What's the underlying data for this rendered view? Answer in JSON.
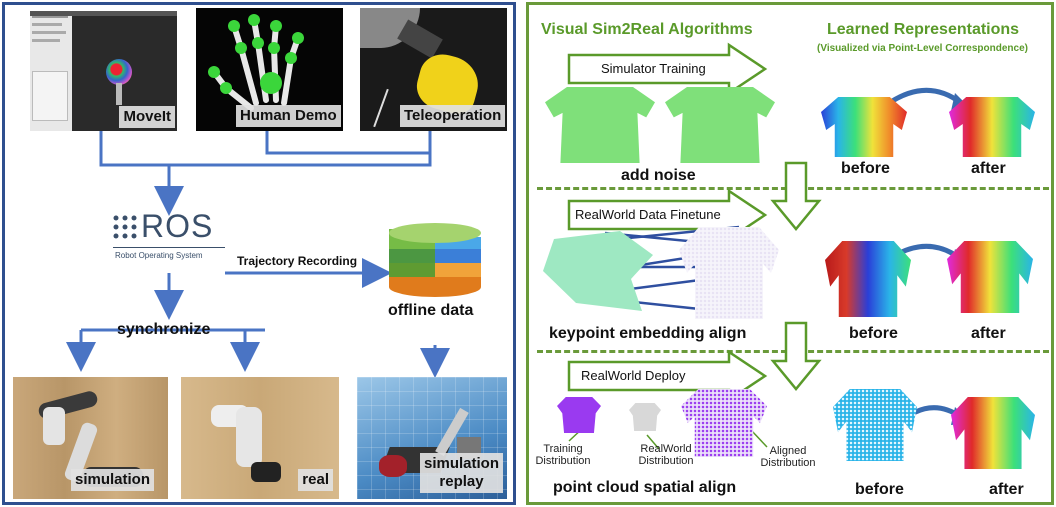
{
  "left": {
    "images": {
      "moveit": "MoveIt",
      "human_demo": "Human Demo",
      "teleoperation": "Teleoperation",
      "simulation": "simulation",
      "real": "real",
      "simulation_replay_line1": "simulation",
      "simulation_replay_line2": "replay"
    },
    "ros_logo": "ROS",
    "ros_subtitle": "Robot Operating System",
    "trajectory_recording": "Trajectory Recording",
    "offline_data": "offline data",
    "synchronize": "synchronize"
  },
  "right": {
    "col1_title": "Visual Sim2Real Algorithms",
    "col2_title": "Learned Representations",
    "col2_subtitle": "(Visualized via Point-Level Correspondence)",
    "stages": [
      {
        "arrow_label": "Simulator Training",
        "caption": "add noise",
        "before": "before",
        "after": "after"
      },
      {
        "arrow_label": "RealWorld Data Finetune",
        "caption": "keypoint embedding align",
        "before": "before",
        "after": "after"
      },
      {
        "arrow_label": "RealWorld Deploy",
        "caption": "point cloud spatial align",
        "before": "before",
        "after": "after"
      }
    ],
    "dist_labels": {
      "training_line1": "Training",
      "training_line2": "Distribution",
      "realworld_line1": "RealWorld",
      "realworld_line2": "Distribution",
      "aligned_line1": "Aligned",
      "aligned_line2": "Distribution"
    }
  },
  "colors": {
    "left_border": "#2f4f8f",
    "right_border": "#6a9a3a",
    "arrow_blue": "#4a74c4",
    "green_accent": "#5a9a2a"
  }
}
